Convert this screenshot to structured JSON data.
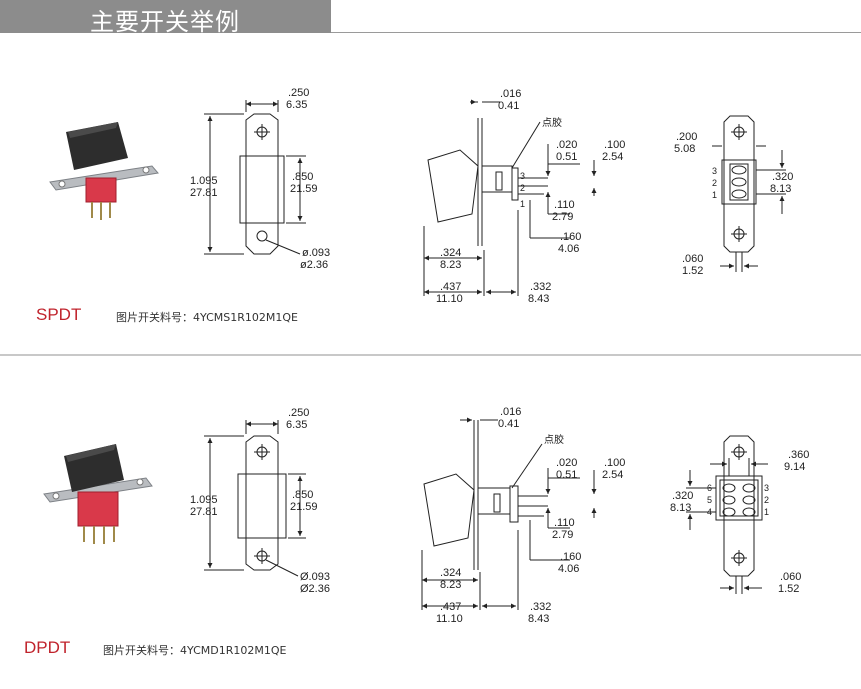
{
  "header": {
    "title": "主要开关举例"
  },
  "sections": [
    {
      "variant": "SPDT",
      "part_label": "图片开关料号：",
      "part_number": "4YCMS1R102M1QE",
      "front": {
        "width_in": ".250",
        "width_mm": "6.35",
        "height_in": "1.095",
        "height_mm": "27.81",
        "body_in": ".850",
        "body_mm": "21.59",
        "hole_in": "ø.093",
        "hole_mm": "ø2.36"
      },
      "side": {
        "t_in": ".016",
        "t_mm": "0.41",
        "dot": "点胶",
        "a_in": ".020",
        "a_mm": "0.51",
        "b_in": ".100",
        "b_mm": "2.54",
        "c_in": ".110",
        "c_mm": "2.79",
        "d_in": ".160",
        "d_mm": "4.06",
        "e_in": ".324",
        "e_mm": "8.23",
        "f_in": ".437",
        "f_mm": "11.10",
        "g_in": ".332",
        "g_mm": "8.43",
        "p3": "3",
        "p2": "2",
        "p1": "1"
      },
      "bottom": {
        "w_in": ".200",
        "w_mm": "5.08",
        "p_in": ".320",
        "p_mm": "8.13",
        "s_in": ".060",
        "s_mm": "1.52",
        "p3": "3",
        "p2": "2",
        "p1": "1"
      }
    },
    {
      "variant": "DPDT",
      "part_label": "图片开关料号：",
      "part_number": "4YCMD1R102M1QE",
      "front": {
        "width_in": ".250",
        "width_mm": "6.35",
        "height_in": "1.095",
        "height_mm": "27.81",
        "body_in": ".850",
        "body_mm": "21.59",
        "hole_in": "Ø.093",
        "hole_mm": "Ø2.36"
      },
      "side": {
        "t_in": ".016",
        "t_mm": "0.41",
        "dot": "点胶",
        "a_in": ".020",
        "a_mm": "0.51",
        "b_in": ".100",
        "b_mm": "2.54",
        "c_in": ".110",
        "c_mm": "2.79",
        "d_in": ".160",
        "d_mm": "4.06",
        "e_in": ".324",
        "e_mm": "8.23",
        "f_in": ".437",
        "f_mm": "11.10",
        "g_in": ".332",
        "g_mm": "8.43"
      },
      "bottom": {
        "w_in": ".360",
        "w_mm": "9.14",
        "p_in": ".320",
        "p_mm": "8.13",
        "s_in": ".060",
        "s_mm": "1.52",
        "l6": "6",
        "l5": "5",
        "l4": "4",
        "r3": "3",
        "r2": "2",
        "r1": "1"
      }
    }
  ]
}
